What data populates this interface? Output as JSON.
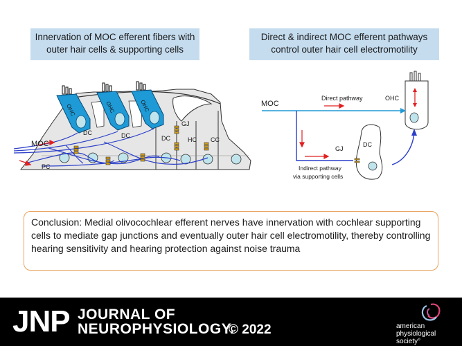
{
  "left_title": "Innervation of MOC efferent fibers with outer hair cells & supporting cells",
  "right_title": "Direct & indirect MOC efferent pathways control outer hair cell electromotility",
  "left_diagram": {
    "moc": "MOC",
    "pc": "PC",
    "ohc": "OHC",
    "dc": "DC",
    "gj": "GJ",
    "hc": "HC",
    "cc": "CC"
  },
  "right_diagram": {
    "moc": "MOC",
    "direct": "Direct pathway",
    "ohc": "OHC",
    "gj": "GJ",
    "dc": "DC",
    "indirect_line1": "Indirect pathway",
    "indirect_line2": "via supporting cells"
  },
  "conclusion": "Conclusion: Medial olivocochlear efferent nerves have innervation with cochlear supporting cells to mediate gap junctions and eventually outer hair cell electromotility, thereby controlling hearing sensitivity and hearing protection against noise trauma",
  "footer": {
    "jnp": "JNP",
    "journal_line1": "JOURNAL OF",
    "journal_line2": "NEUROPHYSIOLOGY.",
    "copyright": "© 2022",
    "aps_line1": "american",
    "aps_line2": "physiological",
    "aps_line3": "society°"
  },
  "colors": {
    "title_bg": "#c5dcef",
    "hair_cell": "#1e9ad6",
    "nerve": "#2b3fc9",
    "arrow_red": "#e02020",
    "gap_junction": "#d4a017",
    "cell_gray": "#e6e6e6",
    "nucleus": "#bfe4ec",
    "conclusion_border": "#e8a15c"
  }
}
